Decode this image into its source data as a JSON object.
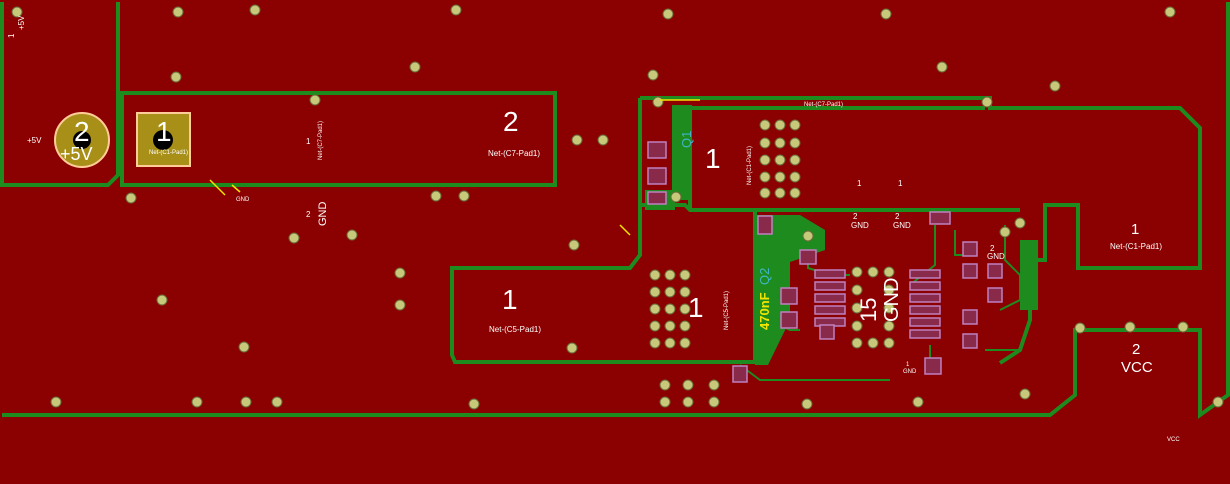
{
  "colors": {
    "copper_fill": "#8b0000",
    "track": "#1e8b1e",
    "pad_gold": "#a89018",
    "via": "#c8c87a",
    "smd_pad": "#8a2a4a",
    "silk": "#ffffff",
    "silk_alt": "#f2e600",
    "silk_ref": "#3fb6c8"
  },
  "icons": {
    "via": "via-icon",
    "pad": "pad-icon"
  },
  "labels": {
    "j1_pad2_num": "2",
    "j1_pad2_net": "+5V",
    "j1_pad1_num": "1",
    "j1_pad1_net": "Net-(C1-Pad1)",
    "top_left_num": "1",
    "top_left_net": "+5V",
    "left_small_net": "+5V",
    "c7_pad1_num": "1",
    "c7_pad1_net": "Net-(C7-Pad1)",
    "c7_pad2_num": "2",
    "c7_pad2_net": "Net-(C7-Pad1)",
    "gnd_mid_num": "2",
    "gnd_mid_net": "GND",
    "c5_pad1_num": "1",
    "c5_pad1_net": "Net-(C5-Pad1)",
    "c5_small_num": "1",
    "c5_small_net": "Net-(C5-Pad1)",
    "q1_ref": "Q1",
    "q1_pad_num": "1",
    "q1_net": "Net-(C1-Pad1)",
    "q2_ref": "Q2",
    "cap_value": "470nF",
    "ic_pad_num": "15",
    "ic_pad_net": "GND",
    "c1_pad1_num": "1",
    "c1_pad1_net": "Net-(C1-Pad1)",
    "vcc_num": "2",
    "vcc_net": "VCC",
    "vcc_small": "VCC",
    "trace_top_net": "Net-(C7-Pad1)",
    "gnd_a_num": "2",
    "gnd_a_net": "GND",
    "gnd_b_num": "2",
    "gnd_b_net": "GND",
    "gnd_c_num": "2",
    "gnd_c_net": "GND",
    "gnd_d_num": "1",
    "gnd_d_net": "GND",
    "pad1_a": "1",
    "pad1_b": "1",
    "gnd_small_left": "GND"
  }
}
